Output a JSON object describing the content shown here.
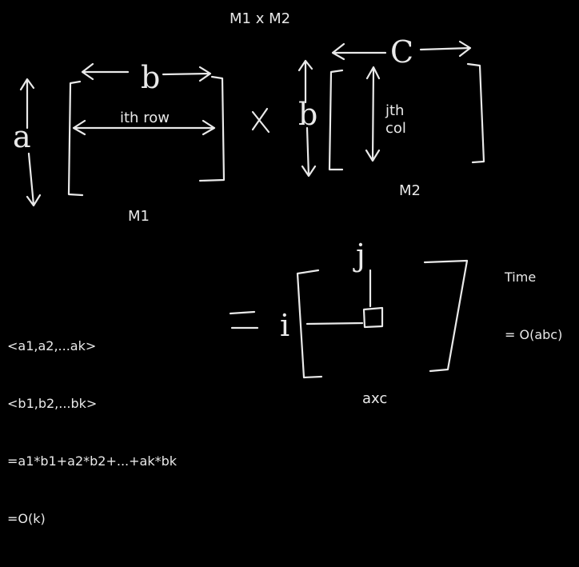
{
  "title": "M1 x M2",
  "m1": {
    "label": "M1",
    "row_dim": "a",
    "col_dim": "b",
    "row_label": "ith row"
  },
  "operator": "x",
  "m2": {
    "label": "M2",
    "row_dim": "b",
    "col_dim": "C",
    "col_label_line1": "jth",
    "col_label_line2": "col"
  },
  "equals": "=",
  "result": {
    "row_index": "i",
    "col_index": "j",
    "label": "axc"
  },
  "time_complexity": {
    "line1": "Time",
    "line2": "= O(abc)"
  },
  "dot_product": {
    "lines": [
      "<a1,a2,...ak>",
      "<b1,b2,...bk>",
      "=a1*b1+a2*b2+...+ak*bk",
      "=O(k)"
    ]
  },
  "colors": {
    "background": "#000000",
    "ink": "#e9e9e9"
  }
}
